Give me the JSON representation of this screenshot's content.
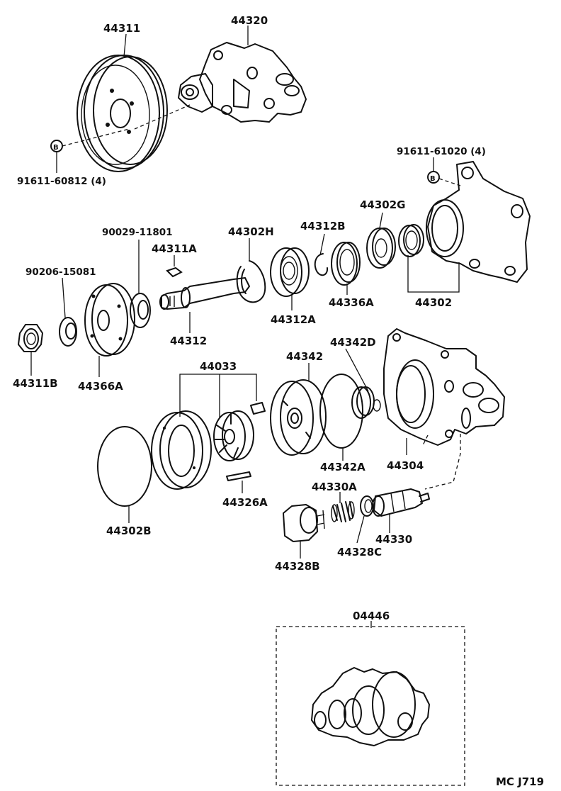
{
  "diagram": {
    "labels": {
      "p44311": "44311",
      "p44320": "44320",
      "p91611_60812": "91611-60812 (4)",
      "p91611_61020": "91611-61020 (4)",
      "p44302G": "44302G",
      "p44312B": "44312B",
      "p44302H": "44302H",
      "p90029_11801": "90029-11801",
      "p44311A": "44311A",
      "p90206_15081": "90206-15081",
      "p44312A": "44312A",
      "p44336A": "44336A",
      "p44302": "44302",
      "p44312": "44312",
      "p44311B": "44311B",
      "p44366A": "44366A",
      "p44033": "44033",
      "p44342": "44342",
      "p44342D": "44342D",
      "p44342A": "44342A",
      "p44304": "44304",
      "p44326A": "44326A",
      "p44330A": "44330A",
      "p44330": "44330",
      "p44328C": "44328C",
      "p44302B": "44302B",
      "p44328B": "44328B",
      "p04446": "04446",
      "code": "MC J719"
    }
  }
}
